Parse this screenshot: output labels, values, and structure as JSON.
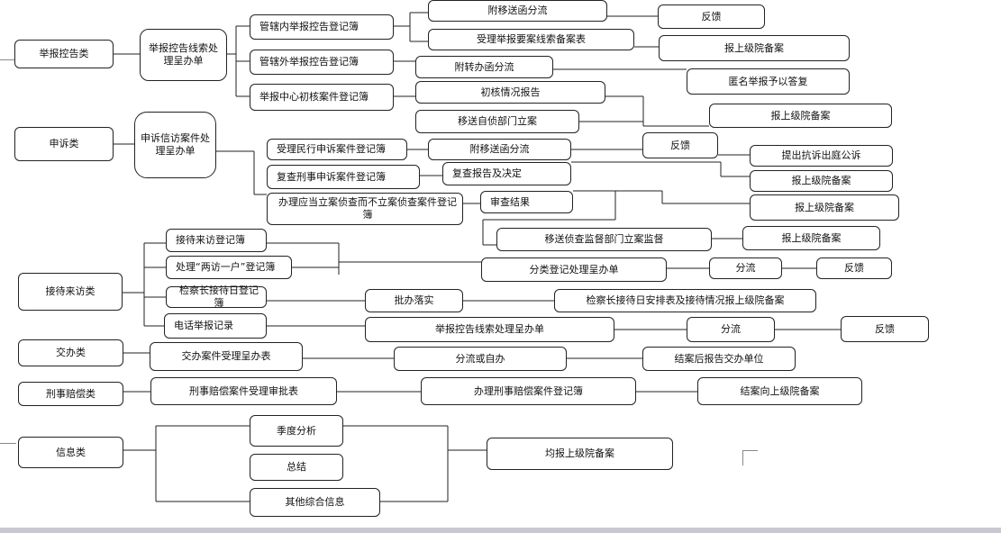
{
  "categories": {
    "report": "举报控告类",
    "petition": "申诉类",
    "visit": "接待来访类",
    "assigned": "交办类",
    "compensation": "刑事赔偿类",
    "info": "信息类"
  },
  "report": {
    "handling_form": "举报控告线索处理呈办单",
    "registers": {
      "in_jurisdiction": "管辖内举报控告登记簿",
      "out_jurisdiction": "管辖外举报控告登记簿",
      "center_initial": "举报中心初核案件登记簿"
    },
    "actions": {
      "forward_letter": "附移送函分流",
      "feedback": "反馈",
      "clue_filing_table": "受理举报要案线索备案表",
      "report_superior": "报上级院备案",
      "forward_assign_letter": "附转办函分流",
      "anonymous_no_reply": "匿名举报予以答复",
      "initial_check_report": "初核情况报告",
      "transfer_investigation": "移送自侦部门立案",
      "report_superior_2": "报上级院备案"
    }
  },
  "petition": {
    "handling_form": "申诉信访案件处理呈办单",
    "registers": {
      "civil": "受理民行申诉案件登记簿",
      "criminal_review": "复查刑事申诉案件登记簿",
      "non_filing": "办理应当立案侦查而不立案侦查案件登记簿"
    },
    "actions": {
      "forward_letter": "附移送函分流",
      "feedback": "反馈",
      "protest": "提出抗诉出庭公诉",
      "report_superior_a": "报上级院备案",
      "review_decision": "复查报告及决定",
      "report_superior_b": "报上级院备案",
      "review_result": "审查结果",
      "report_superior_c": "报上级院备案",
      "transfer_supervision": "移送侦查监督部门立案监督",
      "report_superior_d": "报上级院备案"
    }
  },
  "visit": {
    "registers": {
      "reception": "接待来访登记簿",
      "two_visit": "处理“两访一户”登记簿",
      "chief_reception": "检察长接待日登记簿",
      "phone_record": "电话举报记录"
    },
    "actions": {
      "classify_form": "分类登记处理呈办单",
      "distribute": "分流",
      "feedback": "反馈",
      "approve": "批办落实",
      "chief_schedule": "检察长接待日安排表及接待情况报上级院备案",
      "clue_form": "举报控告线索处理呈办单",
      "distribute_2": "分流",
      "feedback_2": "反馈"
    }
  },
  "assigned": {
    "form": "交办案件受理呈办表",
    "distribute_self": "分流或自办",
    "report_back": "结案后报告交办单位"
  },
  "compensation": {
    "form": "刑事赔偿案件受理审批表",
    "register": "办理刑事赔偿案件登记簿",
    "report_superior": "结案向上级院备案"
  },
  "info": {
    "quarterly": "季度分析",
    "summary": "总结",
    "other": "其他综合信息",
    "report_all": "均报上级院备案"
  }
}
